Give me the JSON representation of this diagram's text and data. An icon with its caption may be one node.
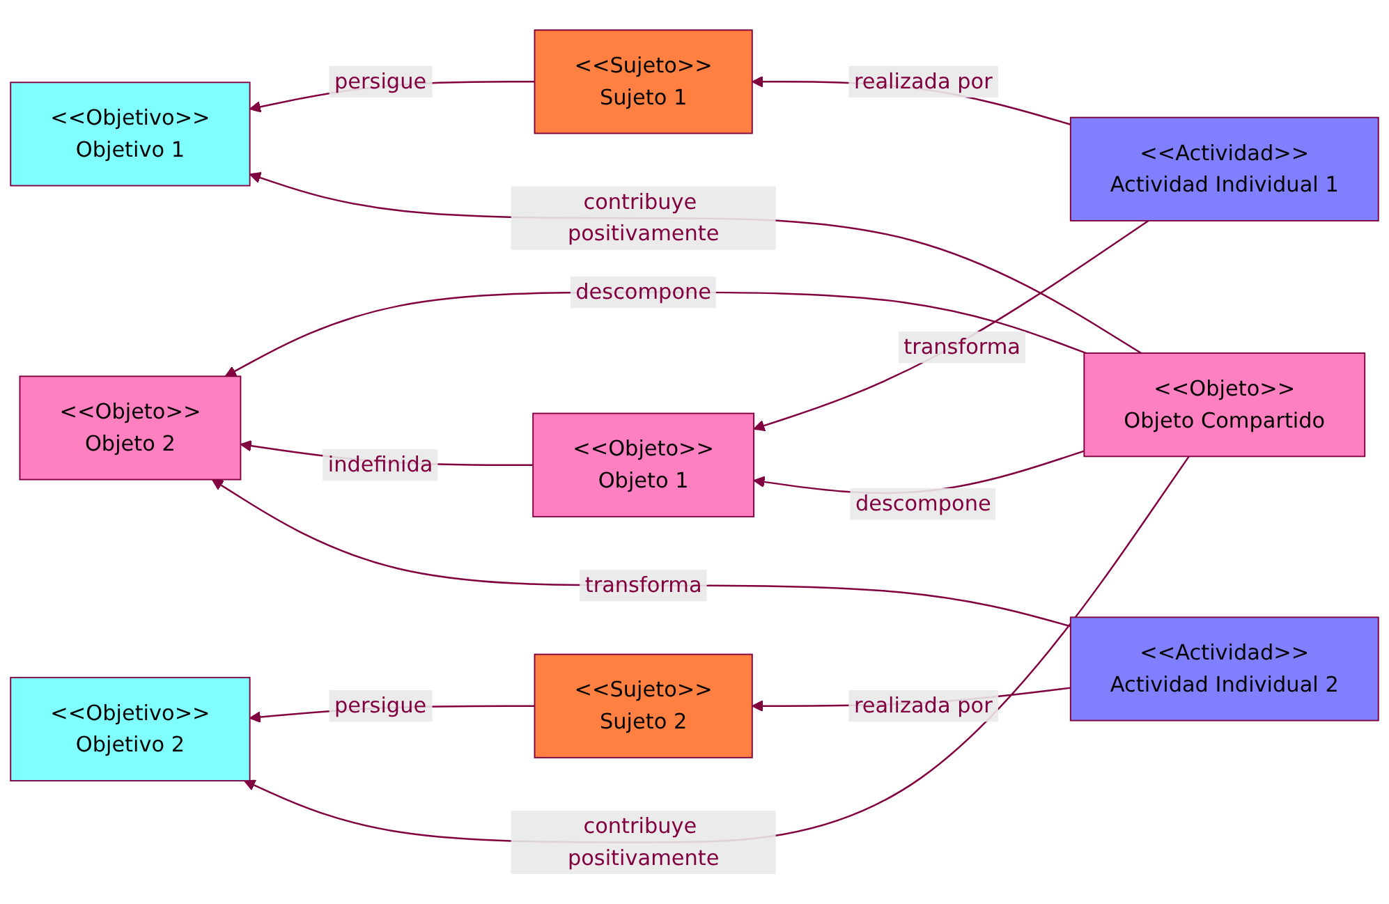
{
  "diagram": {
    "nodes": [
      {
        "text": [
          "<<Objetivo>>",
          "Objetivo 1"
        ]
      },
      {
        "text": [
          "<<Sujeto>>",
          "Sujeto 1"
        ]
      },
      {
        "text": [
          "<<Actividad>>",
          "Actividad Individual 1"
        ]
      },
      {
        "text": [
          "<<Objeto>>",
          "Objeto 1"
        ]
      },
      {
        "text": [
          "<<Objeto>>",
          "Objeto Compartido"
        ]
      },
      {
        "text": [
          "<<Sujeto>>",
          "Sujeto 2"
        ]
      },
      {
        "text": [
          "<<Actividad>>",
          "Actividad Individual 2"
        ]
      },
      {
        "text": [
          "<<Objeto>>",
          "Objeto 2"
        ]
      },
      {
        "text": [
          "<<Objetivo>>",
          "Objetivo 2"
        ]
      }
    ],
    "edges": [
      {
        "from": 1,
        "to": 0,
        "arrow": "to",
        "label": "persigue"
      },
      {
        "from": 2,
        "to": 1,
        "arrow": "to",
        "label": "realizada por"
      },
      {
        "from": 2,
        "to": 3,
        "arrow": "to",
        "label": "transforma"
      },
      {
        "from": 4,
        "to": 0,
        "arrow": "to",
        "label": "contribuye positivamente"
      },
      {
        "from": 4,
        "to": 3,
        "arrow": "to",
        "label": "descompone"
      },
      {
        "from": 4,
        "to": 7,
        "arrow": "to",
        "label": "descompone"
      },
      {
        "from": 3,
        "to": 7,
        "arrow": "to",
        "label": "indefinida"
      },
      {
        "from": 6,
        "to": 5,
        "arrow": "to",
        "label": "realizada por"
      },
      {
        "from": 6,
        "to": 7,
        "arrow": "to",
        "label": "transforma"
      },
      {
        "from": 5,
        "to": 8,
        "arrow": "to",
        "label": "persigue"
      },
      {
        "from": 4,
        "to": 8,
        "arrow": "to",
        "label": "contribuye positivamente"
      }
    ]
  }
}
